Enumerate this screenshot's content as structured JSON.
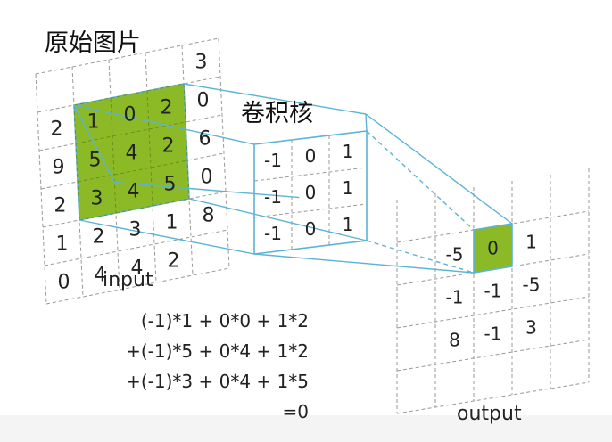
{
  "labels": {
    "original_image": "原始图片",
    "kernel": "卷积核",
    "input": "input",
    "output": "output"
  },
  "colors": {
    "highlight": "#8cba27",
    "line": "#5bb3d6",
    "grid": "#999999",
    "text": "#222222"
  },
  "input_grid": {
    "cells": [
      [
        "",
        "",
        "",
        "",
        "3"
      ],
      [
        "2",
        "1",
        "0",
        "2",
        "0"
      ],
      [
        "9",
        "5",
        "4",
        "2",
        "6"
      ],
      [
        "2",
        "3",
        "4",
        "5",
        "0"
      ],
      [
        "1",
        "2",
        "3",
        "1",
        "8"
      ],
      [
        "0",
        "4",
        "4",
        "2",
        ""
      ]
    ]
  },
  "kernel_grid": {
    "cells": [
      [
        "-1",
        "0",
        "1"
      ],
      [
        "-1",
        "0",
        "1"
      ],
      [
        "-1",
        "0",
        "1"
      ]
    ]
  },
  "output_grid": {
    "cells": [
      [
        "-5",
        "0",
        "1",
        ""
      ],
      [
        "-1",
        "-1",
        "-5",
        ""
      ],
      [
        "8",
        "-1",
        "3",
        ""
      ],
      [
        "",
        "",
        "",
        ""
      ]
    ]
  },
  "formula": {
    "lines": [
      "(-1)*1 +  0*0 + 1*2",
      "+(-1)*5 +  0*4 + 1*2",
      "+(-1)*3 +  0*4 + 1*5",
      "=0"
    ]
  }
}
